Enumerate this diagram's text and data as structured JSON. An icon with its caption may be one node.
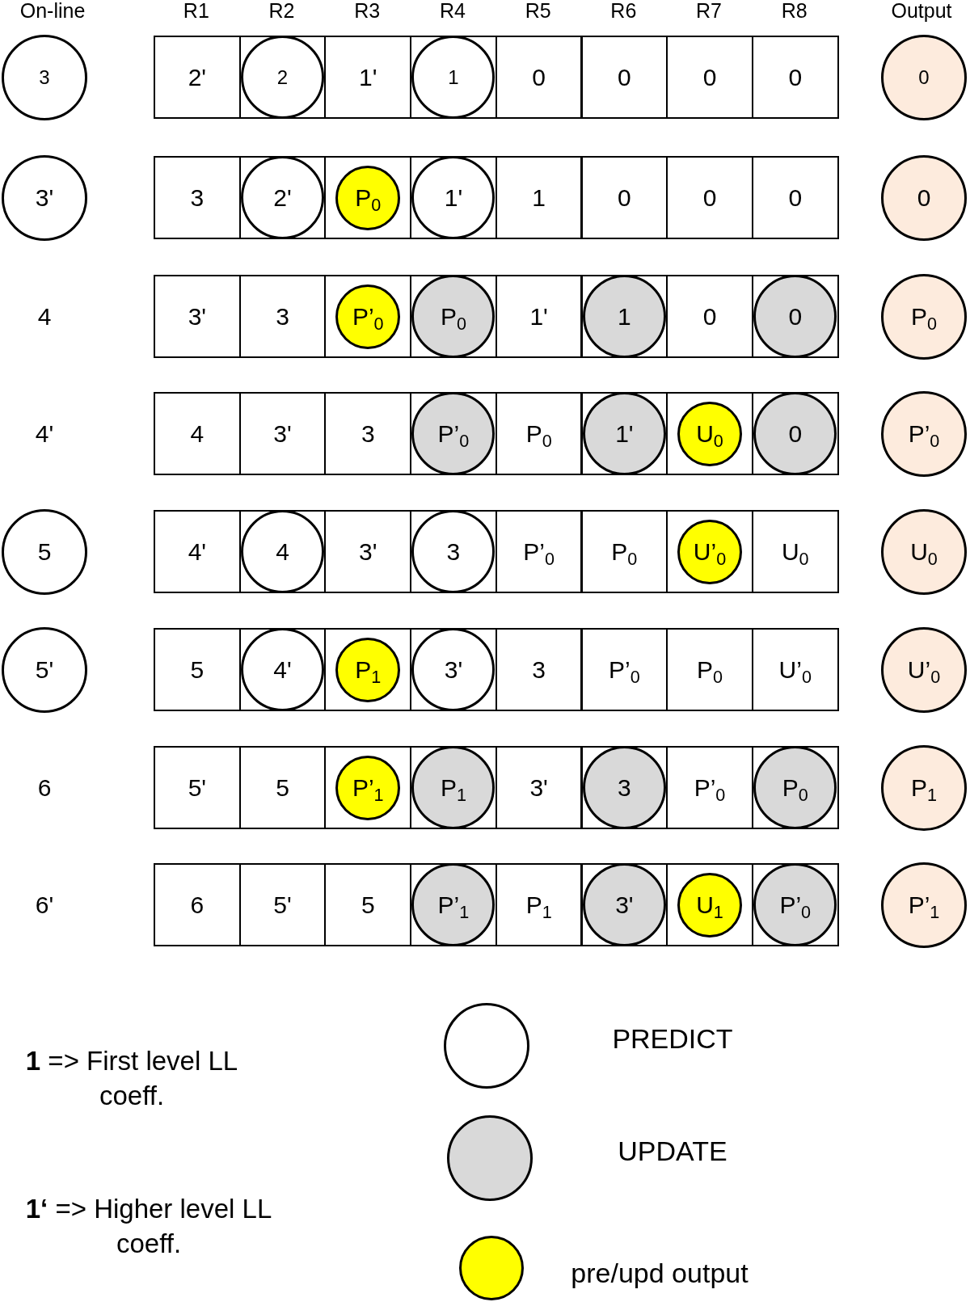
{
  "diagram": {
    "nodes": [
      {
        "text": [
          "3"
        ]
      },
      {
        "text": [
          "2'"
        ]
      },
      {
        "text": [],
        "shape": "box"
      },
      {
        "text": [
          "2"
        ],
        "in": 2
      },
      {
        "text": [
          "1'"
        ]
      },
      {
        "text": [],
        "shape": "box"
      },
      {
        "text": [
          "1"
        ],
        "in": 5
      },
      {
        "text": [
          "0"
        ]
      },
      {
        "text": [
          "0"
        ]
      },
      {
        "text": [
          "0"
        ]
      },
      {
        "text": [
          "0"
        ]
      },
      {
        "text": [
          "0"
        ]
      },
      {
        "text": [
          "3'"
        ]
      },
      {
        "text": [
          "3"
        ]
      },
      {
        "text": [],
        "shape": "box"
      },
      {
        "text": [
          "2'"
        ],
        "in": 14
      },
      {
        "text": [],
        "shape": "box"
      },
      {
        "text": [
          "P$_{0}$"
        ],
        "in": 16
      },
      {
        "text": [],
        "shape": "box"
      },
      {
        "text": [
          "1'"
        ],
        "in": 18
      },
      {
        "text": [
          "1"
        ]
      },
      {
        "text": [
          "0"
        ]
      },
      {
        "text": [
          "0"
        ]
      },
      {
        "text": [
          "0"
        ]
      },
      {
        "text": [
          "0"
        ]
      },
      {
        "text": [
          "3'"
        ]
      },
      {
        "text": [
          "3"
        ]
      },
      {
        "text": [],
        "shape": "box"
      },
      {
        "text": [
          "P’$_{0}$"
        ],
        "in": 27
      },
      {
        "text": [],
        "shape": "box"
      },
      {
        "text": [
          "P$_{0}$"
        ],
        "in": 29
      },
      {
        "text": [
          "1'"
        ]
      },
      {
        "text": [],
        "shape": "box"
      },
      {
        "text": [
          "1"
        ],
        "in": 32
      },
      {
        "text": [
          "0"
        ]
      },
      {
        "text": [],
        "shape": "box"
      },
      {
        "text": [
          "0"
        ],
        "in": 35
      },
      {
        "text": [
          "P$_{0}$"
        ]
      },
      {
        "text": [
          "4"
        ]
      },
      {
        "text": [
          "3'"
        ]
      },
      {
        "text": [
          "3"
        ]
      },
      {
        "text": [],
        "shape": "box"
      },
      {
        "text": [
          "P’$_{0}$"
        ],
        "in": 41
      },
      {
        "text": [
          "P$_{0}$"
        ]
      },
      {
        "text": [],
        "shape": "box"
      },
      {
        "text": [
          "1'"
        ],
        "in": 44
      },
      {
        "text": [],
        "shape": "box"
      },
      {
        "text": [
          "U$_{0}$"
        ],
        "in": 46
      },
      {
        "text": [],
        "shape": "box"
      },
      {
        "text": [
          "0"
        ],
        "in": 48
      },
      {
        "text": [
          "P’$_{0}$"
        ]
      },
      {
        "text": [
          "5"
        ]
      },
      {
        "text": [
          "4'"
        ]
      },
      {
        "text": [],
        "shape": "box"
      },
      {
        "text": [
          "4"
        ],
        "in": 53
      },
      {
        "text": [
          "3'"
        ]
      },
      {
        "text": [],
        "shape": "box"
      },
      {
        "text": [
          "3"
        ],
        "in": 56
      },
      {
        "text": [
          "P’$_{0}$"
        ]
      },
      {
        "text": [
          "P$_{0}$"
        ]
      },
      {
        "text": [],
        "shape": "box"
      },
      {
        "text": [
          "U’$_{0}$"
        ],
        "in": 60
      },
      {
        "text": [
          "U$_{0}$"
        ]
      },
      {
        "text": [
          "U$_{0}$"
        ]
      },
      {
        "text": [
          "5'"
        ]
      },
      {
        "text": [
          "5"
        ]
      },
      {
        "text": [],
        "shape": "box"
      },
      {
        "text": [
          "4'"
        ],
        "in": 66
      },
      {
        "text": [],
        "shape": "box"
      },
      {
        "text": [
          "P$_{1}$"
        ],
        "in": 68
      },
      {
        "text": [],
        "shape": "box"
      },
      {
        "text": [
          "3'"
        ],
        "in": 70
      },
      {
        "text": [
          "3"
        ]
      },
      {
        "text": [
          "P’$_{0}$"
        ]
      },
      {
        "text": [
          "P$_{0}$"
        ]
      },
      {
        "text": [
          "U’$_{0}$"
        ]
      },
      {
        "text": [
          "U’$_{0}$"
        ]
      },
      {
        "text": [
          "5'"
        ]
      },
      {
        "text": [
          "5"
        ]
      },
      {
        "text": [],
        "shape": "box"
      },
      {
        "text": [
          "P’$_{1}$"
        ],
        "in": 79
      },
      {
        "text": [],
        "shape": "box"
      },
      {
        "text": [
          "P$_{1}$"
        ],
        "in": 81
      },
      {
        "text": [
          "3'"
        ]
      },
      {
        "text": [],
        "shape": "box"
      },
      {
        "text": [
          "3"
        ],
        "in": 84
      },
      {
        "text": [
          "P’$_{0}$"
        ]
      },
      {
        "text": [],
        "shape": "box"
      },
      {
        "text": [
          "P$_{0}$"
        ],
        "in": 87
      },
      {
        "text": [
          "P$_{1}$"
        ]
      },
      {
        "text": [
          "6"
        ]
      },
      {
        "text": [
          "5'"
        ]
      },
      {
        "text": [
          "5"
        ]
      },
      {
        "text": [],
        "shape": "box"
      },
      {
        "text": [
          "P’$_{1}$"
        ],
        "in": 93
      },
      {
        "text": [
          "P$_{1}$"
        ]
      },
      {
        "text": [],
        "shape": "box"
      },
      {
        "text": [
          "3'"
        ],
        "in": 96
      },
      {
        "text": [],
        "shape": "box"
      },
      {
        "text": [
          "U$_{1}$"
        ],
        "in": 98
      },
      {
        "text": [],
        "shape": "box"
      },
      {
        "text": [
          "P’$_{0}$"
        ],
        "in": 100
      },
      {
        "text": [
          "P’$_{1}$"
        ]
      }
    ],
    "labels": [
      "On-line",
      "R1",
      "R2",
      "R3",
      "R4",
      "R5",
      "R6",
      "R7",
      "R8",
      "Output",
      "4",
      "4'",
      "6",
      "6'",
      "**1** => First level LL coeff.",
      "**1‘** => Higher level LL coeff."
    ],
    "legend": [
      {
        "text": "PREDICT"
      },
      {
        "text": "UPDATE",
        "color": "#d9d9d9"
      },
      {
        "text": "pre/upd output",
        "color": "#ffff00"
      }
    ]
  }
}
